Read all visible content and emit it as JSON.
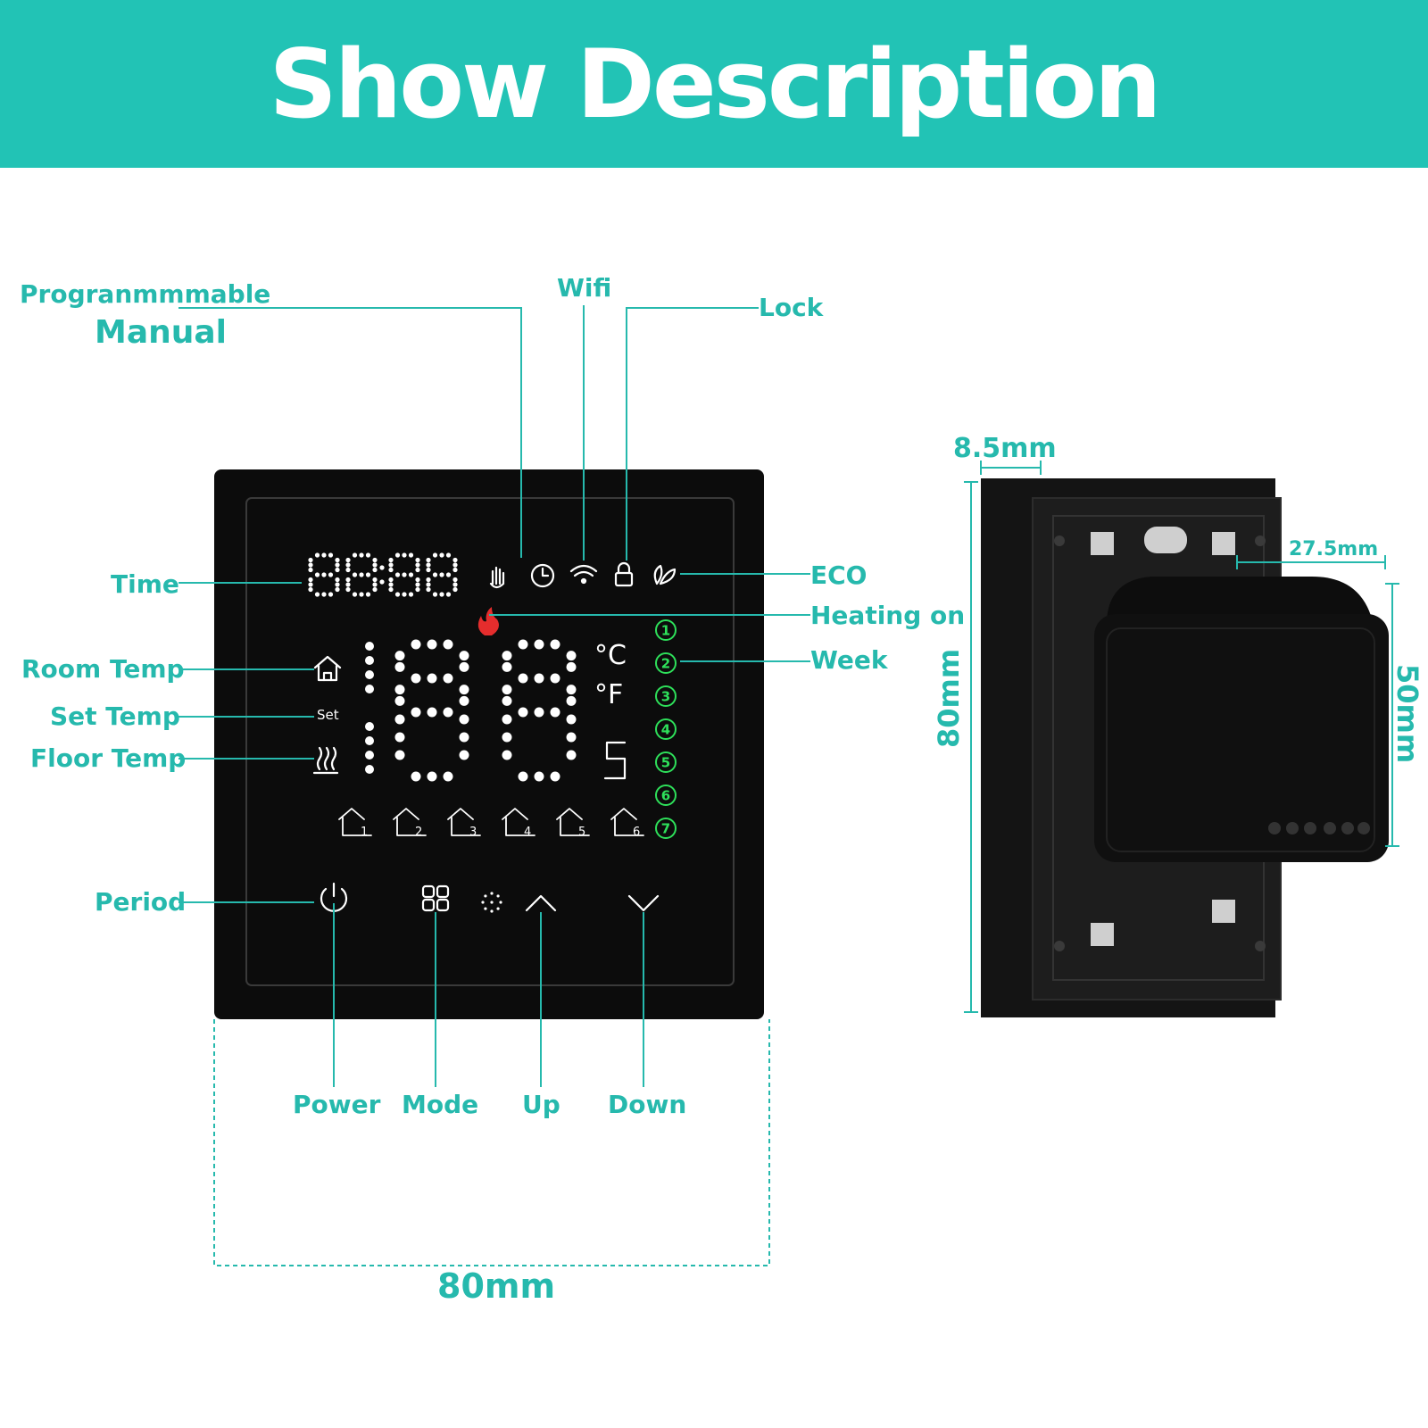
{
  "header": {
    "title": "Show Description"
  },
  "labels": {
    "programmable": "Progranmmmable",
    "manual": "Manual",
    "wifi": "Wifi",
    "lock": "Lock",
    "time": "Time",
    "eco": "ECO",
    "heating_on": "Heating on",
    "week": "Week",
    "room_temp": "Room Temp",
    "set_temp": "Set Temp",
    "floor_temp": "Floor Temp",
    "period": "Period",
    "power": "Power",
    "mode": "Mode",
    "up": "Up",
    "down": "Down"
  },
  "display": {
    "set_label": "Set",
    "unit_c": "°C",
    "unit_f": "°F",
    "weekdays": [
      "1",
      "2",
      "3",
      "4",
      "5",
      "6",
      "7"
    ],
    "periods": [
      "1",
      "2",
      "3",
      "4",
      "5",
      "6"
    ]
  },
  "dimensions": {
    "front_width": "80mm",
    "side_height": "80mm",
    "depth": "8.5mm",
    "module_depth": "27.5mm",
    "module_height": "50mm"
  },
  "colors": {
    "accent": "#22c3b5",
    "panel": "#0c0c0c",
    "week_green": "#2ee05a",
    "flame": "#e52d2d"
  }
}
